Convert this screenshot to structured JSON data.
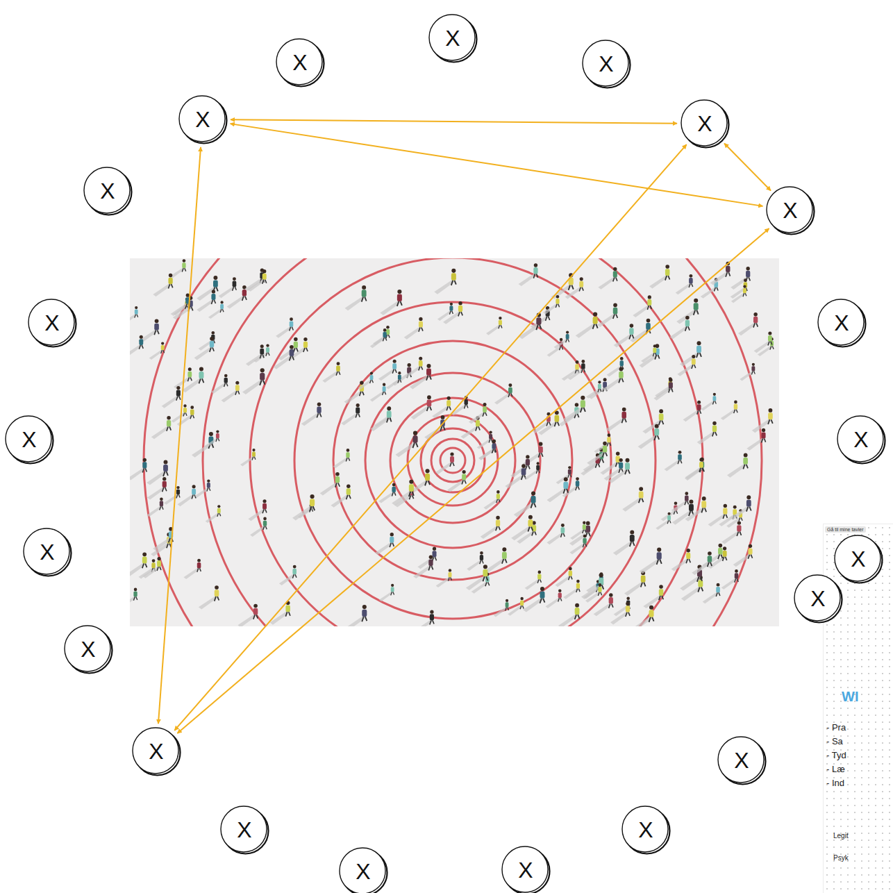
{
  "diagram": {
    "nodes": [
      {
        "text": [
          "X"
        ]
      },
      {
        "text": [
          "X"
        ]
      },
      {
        "text": [
          "X"
        ]
      },
      {
        "text": [
          "X"
        ]
      },
      {
        "text": [
          "X"
        ]
      },
      {
        "text": [
          "X"
        ]
      },
      {
        "text": [
          "X"
        ]
      },
      {
        "text": [
          "X"
        ]
      },
      {
        "text": [
          "X"
        ]
      },
      {
        "text": [
          "X"
        ]
      },
      {
        "text": [
          "X"
        ]
      },
      {
        "text": [
          "X"
        ]
      },
      {
        "text": [
          "X"
        ]
      },
      {
        "text": [
          "X"
        ]
      },
      {
        "text": [
          "X"
        ]
      },
      {
        "text": [
          "X"
        ]
      },
      {
        "text": [
          "X"
        ]
      },
      {
        "text": [
          "X"
        ]
      },
      {
        "text": [
          "X"
        ]
      },
      {
        "text": [
          "X"
        ]
      },
      {
        "text": [
          "X"
        ]
      }
    ],
    "edges": [
      {
        "from": 3,
        "to": 4,
        "arrow": "both"
      },
      {
        "from": 3,
        "to": 6,
        "arrow": "both"
      },
      {
        "from": 4,
        "to": 6,
        "arrow": "both"
      },
      {
        "from": 3,
        "to": 15,
        "arrow": "both"
      },
      {
        "from": 4,
        "to": 15,
        "arrow": "both"
      },
      {
        "from": 6,
        "to": 15,
        "arrow": "both"
      }
    ],
    "labels": [
      "Gå til mine tavler",
      "WI",
      "- Pra",
      "- Sa",
      "- Tyd",
      "- Læ",
      "- Ind",
      "Legit",
      "Psyk"
    ]
  }
}
